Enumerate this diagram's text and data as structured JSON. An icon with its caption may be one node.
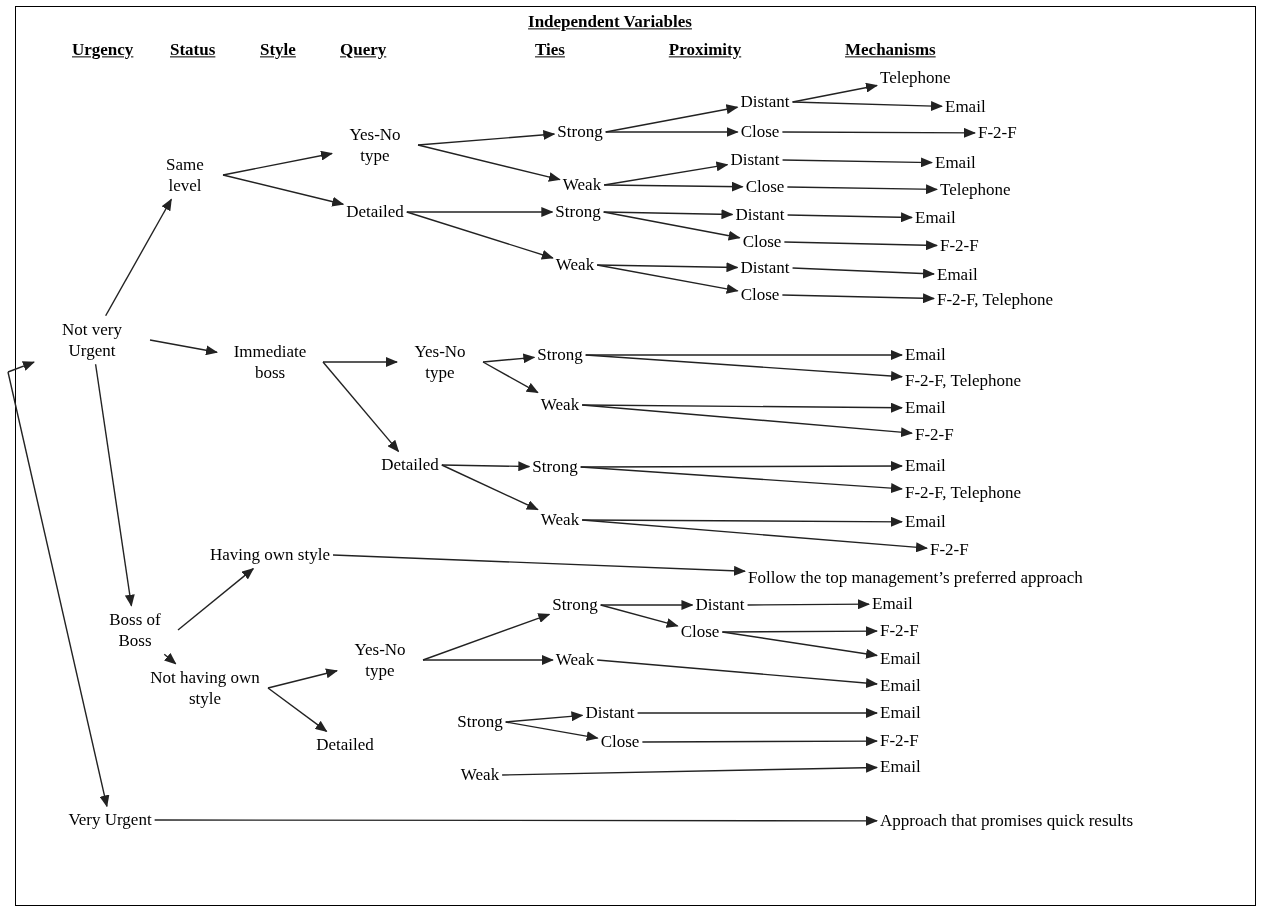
{
  "diagram": {
    "nodes": [
      {
        "text": [
          "Not very Urgent"
        ]
      },
      {
        "text": [
          "Very Urgent"
        ]
      },
      {
        "text": [
          "Same level"
        ]
      },
      {
        "text": [
          "Immediate boss"
        ]
      },
      {
        "text": [
          "Boss of Boss"
        ]
      },
      {
        "text": [
          "Having own style"
        ]
      },
      {
        "text": [
          "Not having own style"
        ]
      },
      {
        "text": [
          "Yes-No type"
        ]
      },
      {
        "text": [
          "Detailed"
        ]
      },
      {
        "text": [
          "Strong"
        ]
      },
      {
        "text": [
          "Weak"
        ]
      },
      {
        "text": [
          "Strong"
        ]
      },
      {
        "text": [
          "Weak"
        ]
      },
      {
        "text": [
          "Distant"
        ]
      },
      {
        "text": [
          "Close"
        ]
      },
      {
        "text": [
          "Distant"
        ]
      },
      {
        "text": [
          "Close"
        ]
      },
      {
        "text": [
          "Distant"
        ]
      },
      {
        "text": [
          "Close"
        ]
      },
      {
        "text": [
          "Distant"
        ]
      },
      {
        "text": [
          "Close"
        ]
      },
      {
        "text": [
          "Telephone"
        ]
      },
      {
        "text": [
          "Email"
        ]
      },
      {
        "text": [
          "F-2-F"
        ]
      },
      {
        "text": [
          "Email"
        ]
      },
      {
        "text": [
          "Telephone"
        ]
      },
      {
        "text": [
          "Email"
        ]
      },
      {
        "text": [
          "F-2-F"
        ]
      },
      {
        "text": [
          "Email"
        ]
      },
      {
        "text": [
          "F-2-F, Telephone"
        ]
      },
      {
        "text": [
          "Yes-No type"
        ]
      },
      {
        "text": [
          "Detailed"
        ]
      },
      {
        "text": [
          "Strong"
        ]
      },
      {
        "text": [
          "Weak"
        ]
      },
      {
        "text": [
          "Strong"
        ]
      },
      {
        "text": [
          "Weak"
        ]
      },
      {
        "text": [
          "Email"
        ]
      },
      {
        "text": [
          "F-2-F, Telephone"
        ]
      },
      {
        "text": [
          "Email"
        ]
      },
      {
        "text": [
          "F-2-F"
        ]
      },
      {
        "text": [
          "Email"
        ]
      },
      {
        "text": [
          "F-2-F, Telephone"
        ]
      },
      {
        "text": [
          "Email"
        ]
      },
      {
        "text": [
          "F-2-F"
        ]
      },
      {
        "text": [
          "Follow the top management’s preferred approach"
        ]
      },
      {
        "text": [
          "Yes-No type"
        ]
      },
      {
        "text": [
          "Detailed"
        ]
      },
      {
        "text": [
          "Strong"
        ]
      },
      {
        "text": [
          "Weak"
        ]
      },
      {
        "text": [
          "Strong"
        ]
      },
      {
        "text": [
          "Weak"
        ]
      },
      {
        "text": [
          "Distant"
        ]
      },
      {
        "text": [
          "Close"
        ]
      },
      {
        "text": [
          "Distant"
        ]
      },
      {
        "text": [
          "Close"
        ]
      },
      {
        "text": [
          "Email"
        ]
      },
      {
        "text": [
          "F-2-F"
        ]
      },
      {
        "text": [
          "Email"
        ]
      },
      {
        "text": [
          "Email"
        ]
      },
      {
        "text": [
          "Email"
        ]
      },
      {
        "text": [
          "F-2-F"
        ]
      },
      {
        "text": [
          "Email"
        ]
      },
      {
        "text": [
          "Approach that promises quick results"
        ]
      }
    ],
    "edges": [
      {
        "from": null,
        "to": 0,
        "arrow": "to"
      },
      {
        "from": null,
        "to": 1,
        "arrow": "to"
      },
      {
        "from": 0,
        "to": 2,
        "arrow": "to"
      },
      {
        "from": 0,
        "to": 3,
        "arrow": "to"
      },
      {
        "from": 0,
        "to": 4,
        "arrow": "to"
      },
      {
        "from": 2,
        "to": 7,
        "arrow": "to"
      },
      {
        "from": 2,
        "to": 8,
        "arrow": "to"
      },
      {
        "from": 7,
        "to": 9,
        "arrow": "to"
      },
      {
        "from": 7,
        "to": 10,
        "arrow": "to"
      },
      {
        "from": 8,
        "to": 11,
        "arrow": "to"
      },
      {
        "from": 8,
        "to": 12,
        "arrow": "to"
      },
      {
        "from": 9,
        "to": 13,
        "arrow": "to"
      },
      {
        "from": 9,
        "to": 14,
        "arrow": "to"
      },
      {
        "from": 10,
        "to": 15,
        "arrow": "to"
      },
      {
        "from": 10,
        "to": 16,
        "arrow": "to"
      },
      {
        "from": 11,
        "to": 17,
        "arrow": "to"
      },
      {
        "from": 11,
        "to": 18,
        "arrow": "to"
      },
      {
        "from": 12,
        "to": 19,
        "arrow": "to"
      },
      {
        "from": 12,
        "to": 20,
        "arrow": "to"
      },
      {
        "from": 13,
        "to": 21,
        "arrow": "to"
      },
      {
        "from": 13,
        "to": 22,
        "arrow": "to"
      },
      {
        "from": 14,
        "to": 23,
        "arrow": "to"
      },
      {
        "from": 15,
        "to": 24,
        "arrow": "to"
      },
      {
        "from": 16,
        "to": 25,
        "arrow": "to"
      },
      {
        "from": 17,
        "to": 26,
        "arrow": "to"
      },
      {
        "from": 18,
        "to": 27,
        "arrow": "to"
      },
      {
        "from": 19,
        "to": 28,
        "arrow": "to"
      },
      {
        "from": 20,
        "to": 29,
        "arrow": "to"
      },
      {
        "from": 3,
        "to": 30,
        "arrow": "to"
      },
      {
        "from": 3,
        "to": 31,
        "arrow": "to"
      },
      {
        "from": 30,
        "to": 32,
        "arrow": "to"
      },
      {
        "from": 30,
        "to": 33,
        "arrow": "to"
      },
      {
        "from": 31,
        "to": 34,
        "arrow": "to"
      },
      {
        "from": 31,
        "to": 35,
        "arrow": "to"
      },
      {
        "from": 32,
        "to": 36,
        "arrow": "to"
      },
      {
        "from": 32,
        "to": 37,
        "arrow": "to"
      },
      {
        "from": 33,
        "to": 38,
        "arrow": "to"
      },
      {
        "from": 33,
        "to": 39,
        "arrow": "to"
      },
      {
        "from": 34,
        "to": 40,
        "arrow": "to"
      },
      {
        "from": 34,
        "to": 41,
        "arrow": "to"
      },
      {
        "from": 35,
        "to": 42,
        "arrow": "to"
      },
      {
        "from": 35,
        "to": 43,
        "arrow": "to"
      },
      {
        "from": 4,
        "to": 5,
        "arrow": "to"
      },
      {
        "from": 4,
        "to": 6,
        "arrow": "to"
      },
      {
        "from": 5,
        "to": 44,
        "arrow": "to"
      },
      {
        "from": 6,
        "to": 45,
        "arrow": "to"
      },
      {
        "from": 6,
        "to": 46,
        "arrow": "to"
      },
      {
        "from": 45,
        "to": 47,
        "arrow": "to"
      },
      {
        "from": 45,
        "to": 48,
        "arrow": "to"
      },
      {
        "from": 47,
        "to": 51,
        "arrow": "to"
      },
      {
        "from": 47,
        "to": 52,
        "arrow": "to"
      },
      {
        "from": 51,
        "to": 55,
        "arrow": "to"
      },
      {
        "from": 52,
        "to": 56,
        "arrow": "to"
      },
      {
        "from": 52,
        "to": 57,
        "arrow": "to"
      },
      {
        "from": 48,
        "to": 58,
        "arrow": "to"
      },
      {
        "from": 49,
        "to": 53,
        "arrow": "to"
      },
      {
        "from": 49,
        "to": 54,
        "arrow": "to"
      },
      {
        "from": 53,
        "to": 59,
        "arrow": "to"
      },
      {
        "from": 54,
        "to": 60,
        "arrow": "to"
      },
      {
        "from": 50,
        "to": 61,
        "arrow": "to"
      },
      {
        "from": 1,
        "to": 62,
        "arrow": "to"
      }
    ],
    "labels": [
      "Independent Variables",
      "Urgency",
      "Status",
      "Style",
      "Query",
      "Ties",
      "Proximity",
      "Mechanisms"
    ]
  }
}
